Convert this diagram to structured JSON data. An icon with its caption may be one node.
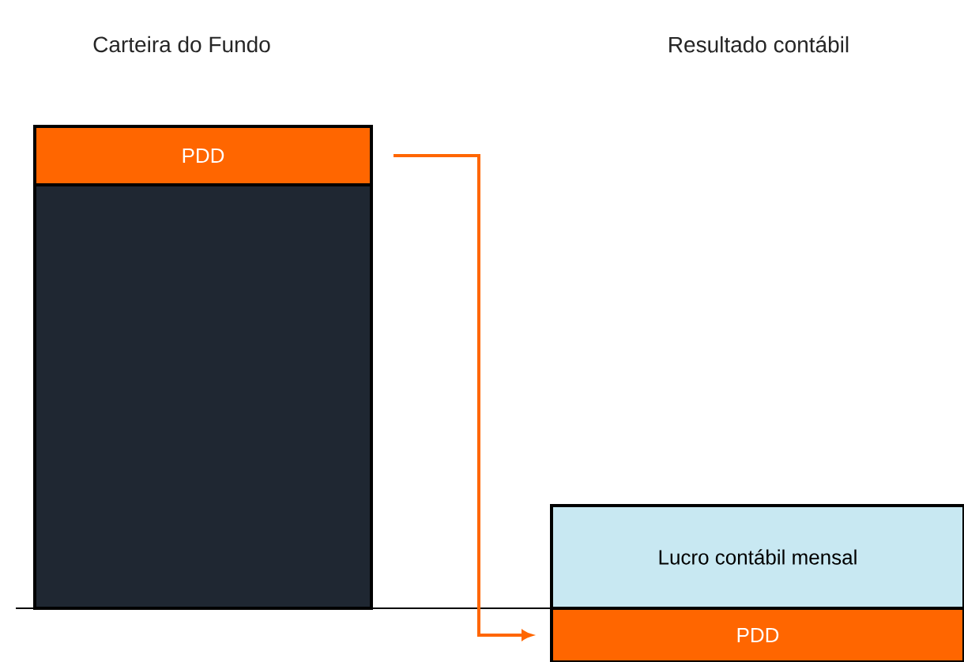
{
  "diagram": {
    "nodes": [
      {
        "text": [],
        "shape": "bar"
      },
      {
        "text": [
          "PDD"
        ]
      },
      {
        "text": [
          "Lucro contábil mensal"
        ]
      },
      {
        "text": [
          "PDD"
        ]
      }
    ],
    "edges": [
      {
        "from": 1,
        "to": 3,
        "arrow": "to"
      }
    ],
    "labels": [
      "Carteira do Fundo",
      "Resultado contábil"
    ]
  }
}
